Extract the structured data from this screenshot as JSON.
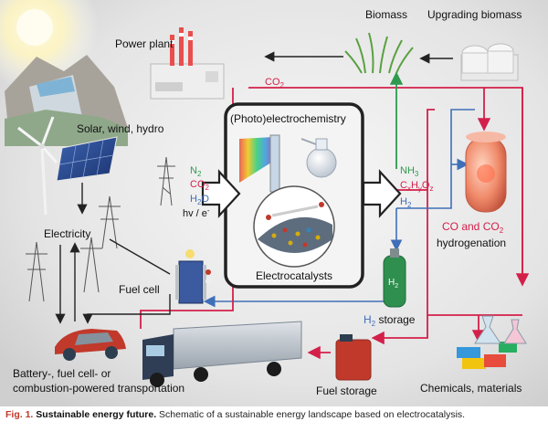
{
  "labels": {
    "power_plant": "Power plant",
    "biomass": "Biomass",
    "upgrading_biomass": "Upgrading biomass",
    "co2_top": "CO",
    "co2_top_sub": "2",
    "solar": "Solar, wind, hydro",
    "photoelectro": "(Photo)electrochemistry",
    "n2": "N",
    "n2_sub": "2",
    "co2_in": "CO",
    "co2_in_sub": "2",
    "h2o": "H",
    "h2o_sub": "2",
    "h2o_tail": "O",
    "hv": "hv / e",
    "hv_sup": "-",
    "nh3": "NH",
    "nh3_sub": "3",
    "cxhyoz_c": "C",
    "cxhyoz_x": "x",
    "cxhyoz_h": "H",
    "cxhyoz_y": "y",
    "cxhyoz_o": "O",
    "cxhyoz_z": "z",
    "h2_out": "H",
    "h2_out_sub": "2",
    "electricity": "Electricity",
    "electrocatalysts": "Electrocatalysts",
    "co_and": "CO and CO",
    "co_and_sub": "2",
    "hydrogenation": "hydrogenation",
    "fuel_cell": "Fuel cell",
    "h2_tank": "H",
    "h2_tank_sub": "2",
    "h2_storage": "H",
    "h2_storage_sub": "2",
    "h2_storage_tail": " storage",
    "transport_1": "Battery-, fuel cell- or",
    "transport_2": "combustion-powered transportation",
    "fuel_storage": "Fuel storage",
    "chemicals": "Chemicals, materials"
  },
  "caption": {
    "fig": "Fig. 1.",
    "title": "Sustainable energy future.",
    "text": " Schematic of a sustainable energy landscape based on electrocatalysis."
  },
  "colors": {
    "co2_red": "#d3204a",
    "h2_blue": "#3f6fb8",
    "nh3_green": "#2f9a4f",
    "box_border": "#222222",
    "caption_accent": "#c0392b"
  }
}
